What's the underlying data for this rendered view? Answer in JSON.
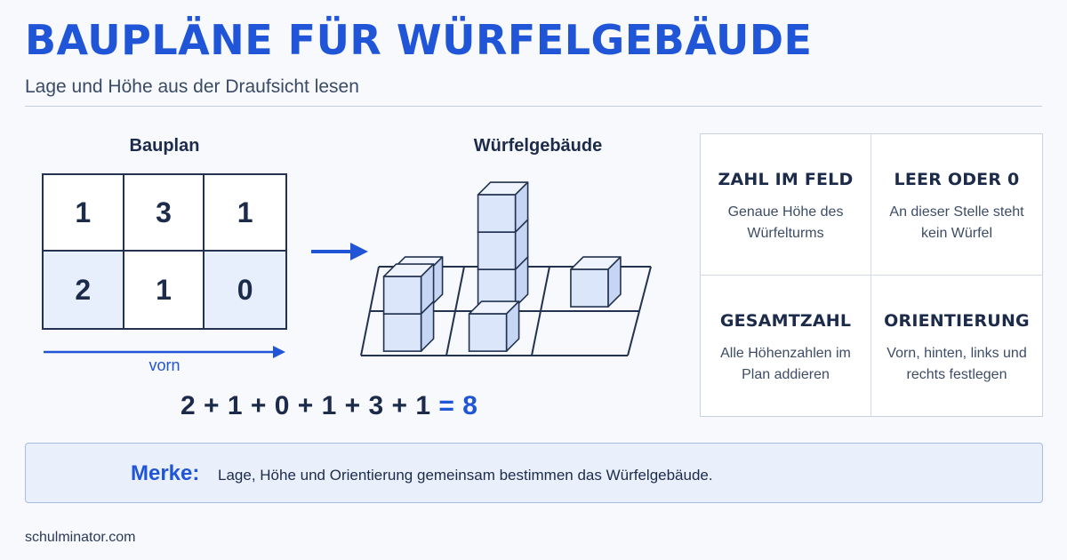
{
  "header": {
    "title": "BAUPLÄNE FÜR WÜRFELGEBÄUDE",
    "subtitle": "Lage und Höhe aus der Draufsicht lesen"
  },
  "plan": {
    "label": "Bauplan",
    "rows": [
      [
        "1",
        "3",
        "1"
      ],
      [
        "2",
        "1",
        "0"
      ]
    ],
    "front_label": "vorn"
  },
  "building": {
    "label": "Würfelgebäude",
    "heights": [
      [
        1,
        3,
        1
      ],
      [
        2,
        1,
        0
      ]
    ]
  },
  "sum": {
    "expression": "2 + 1 + 0 + 1 + 3 + 1",
    "equals": "=",
    "result": "8"
  },
  "legend": [
    {
      "heading": "ZAHL IM FELD",
      "text": "Genaue Höhe des Würfelturms"
    },
    {
      "heading": "LEER ODER 0",
      "text": "An dieser Stelle steht kein Würfel"
    },
    {
      "heading": "GESAMTZAHL",
      "text": "Alle Höhenzahlen im Plan addieren"
    },
    {
      "heading": "ORIENTIERUNG",
      "text": "Vorn, hinten, links und rechts festlegen"
    }
  ],
  "note": {
    "key": "Merke:",
    "text": "Lage, Höhe und Orientierung gemeinsam bestimmen das Würfelgebäude."
  },
  "footer": {
    "brand": "schulminator.com"
  },
  "colors": {
    "accent": "#1f55d6",
    "ink": "#1c2b4a",
    "cube_front": "#dbe6fb",
    "cube_top": "#eef3fd",
    "cube_side": "#c5d5f3"
  }
}
